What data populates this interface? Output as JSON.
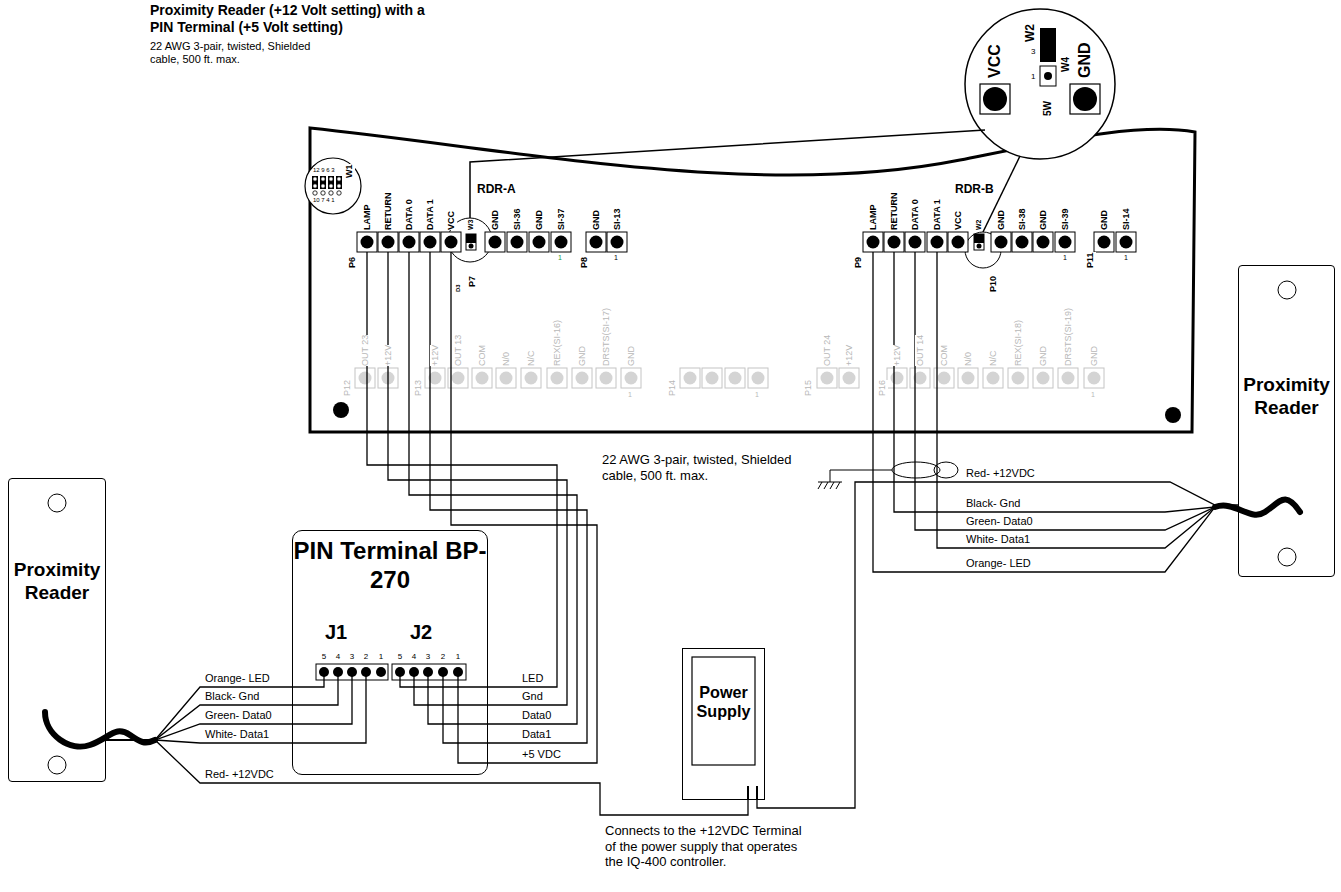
{
  "diagram": {
    "title": "Proximity Reader (+12 Volt setting) with a PIN Terminal (+5 Volt setting)",
    "nodes": [
      {
        "text": [
          "Proximity Reader"
        ]
      },
      {
        "text": [
          "PIN Terminal BP-270"
        ]
      },
      {
        "text": [
          "Power Supply"
        ]
      },
      {
        "text": [
          "Proximity Reader"
        ]
      }
    ],
    "edges": [
      {
        "from": 0,
        "to": 1,
        "arrow": "none",
        "label": "Orange- LED"
      },
      {
        "from": 0,
        "to": 1,
        "arrow": "none",
        "label": "Black- Gnd"
      },
      {
        "from": 0,
        "to": 1,
        "arrow": "none",
        "label": "Green- Data0"
      },
      {
        "from": 0,
        "to": 1,
        "arrow": "none",
        "label": "White- Data1"
      },
      {
        "from": 0,
        "to": 2,
        "arrow": "none",
        "label": "Red- +12VDC"
      },
      {
        "from": 3,
        "to": 2,
        "arrow": "none",
        "label": "Red- +12VDC"
      }
    ],
    "labels": [
      "22 AWG 3-pair, twisted, Shielded cable, 500 ft. max.",
      "W1",
      "12 9 6 3",
      "10 7 4 1",
      "RDR-A",
      "LAMP",
      "RETURN",
      "DATA 0",
      "DATA 1",
      "VCC",
      "W3",
      "GND",
      "SI-36",
      "GND",
      "SI-37",
      "GND",
      "SI-13",
      "P6",
      "P7",
      "D3",
      "1",
      "P8",
      "1",
      "RDR-B",
      "LAMP",
      "RETURN",
      "DATA 0",
      "DATA 1",
      "VCC",
      "W2",
      "GND",
      "SI-38",
      "GND",
      "SI-39",
      "GND",
      "SI-14",
      "P9",
      "P10",
      "1",
      "P11",
      "1",
      "VCC",
      "W2",
      "3",
      "W4",
      "1",
      "5W",
      "GND",
      "OUT 23",
      "+12V",
      "P12",
      "P13",
      "+12V",
      "OUT 13",
      "COM",
      "N/0",
      "N/C",
      "REX(SI-16)",
      "GND",
      "DRSTS(SI-17)",
      "GND",
      "1",
      "P14",
      "1",
      "OUT 24",
      "+12V",
      "P15",
      "P16",
      "+12V",
      "OUT 14",
      "COM",
      "N/0",
      "N/C",
      "REX(SI-18)",
      "GND",
      "DRSTS(SI-19)",
      "GND",
      "1",
      "22 AWG 3-pair, twisted, Shielded cable, 500 ft. max.",
      "J1",
      "J2",
      "5",
      "4",
      "3",
      "2",
      "1",
      "5",
      "4",
      "3",
      "2",
      "1",
      "LED",
      "Gnd",
      "Data0",
      "Data1",
      "+5 VDC",
      "Black- Gnd",
      "Green- Data0",
      "White- Data1",
      "Orange- LED",
      "Connects to the +12VDC Terminal of the power supply that operates the IQ-400 controller."
    ]
  }
}
